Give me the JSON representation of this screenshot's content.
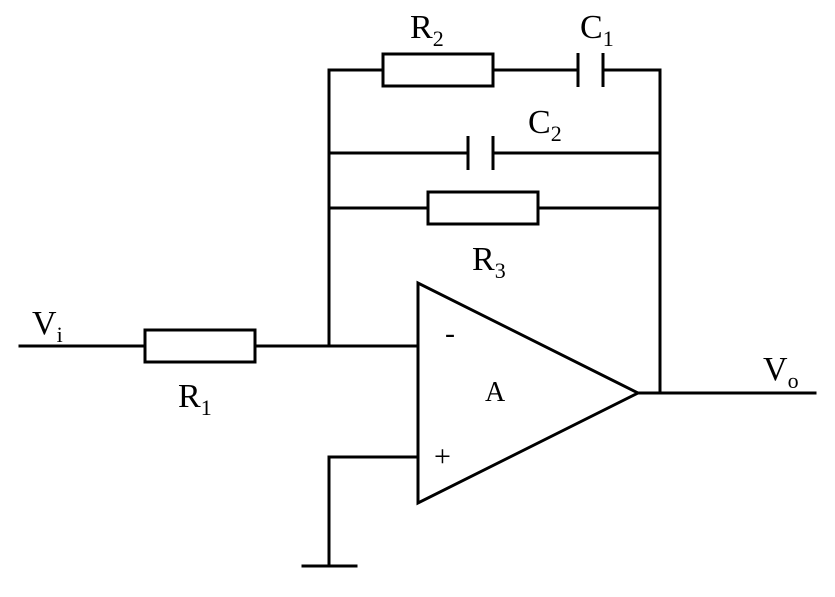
{
  "labels": {
    "vi": {
      "main": "V",
      "sub": "i"
    },
    "vo": {
      "main": "V",
      "sub": "o"
    },
    "r1": {
      "main": "R",
      "sub": "1"
    },
    "r2": {
      "main": "R",
      "sub": "2"
    },
    "r3": {
      "main": "R",
      "sub": "3"
    },
    "c1": {
      "main": "C",
      "sub": "1"
    },
    "c2": {
      "main": "C",
      "sub": "2"
    },
    "amp": "A",
    "inverting": "-",
    "non_inverting": "+"
  }
}
